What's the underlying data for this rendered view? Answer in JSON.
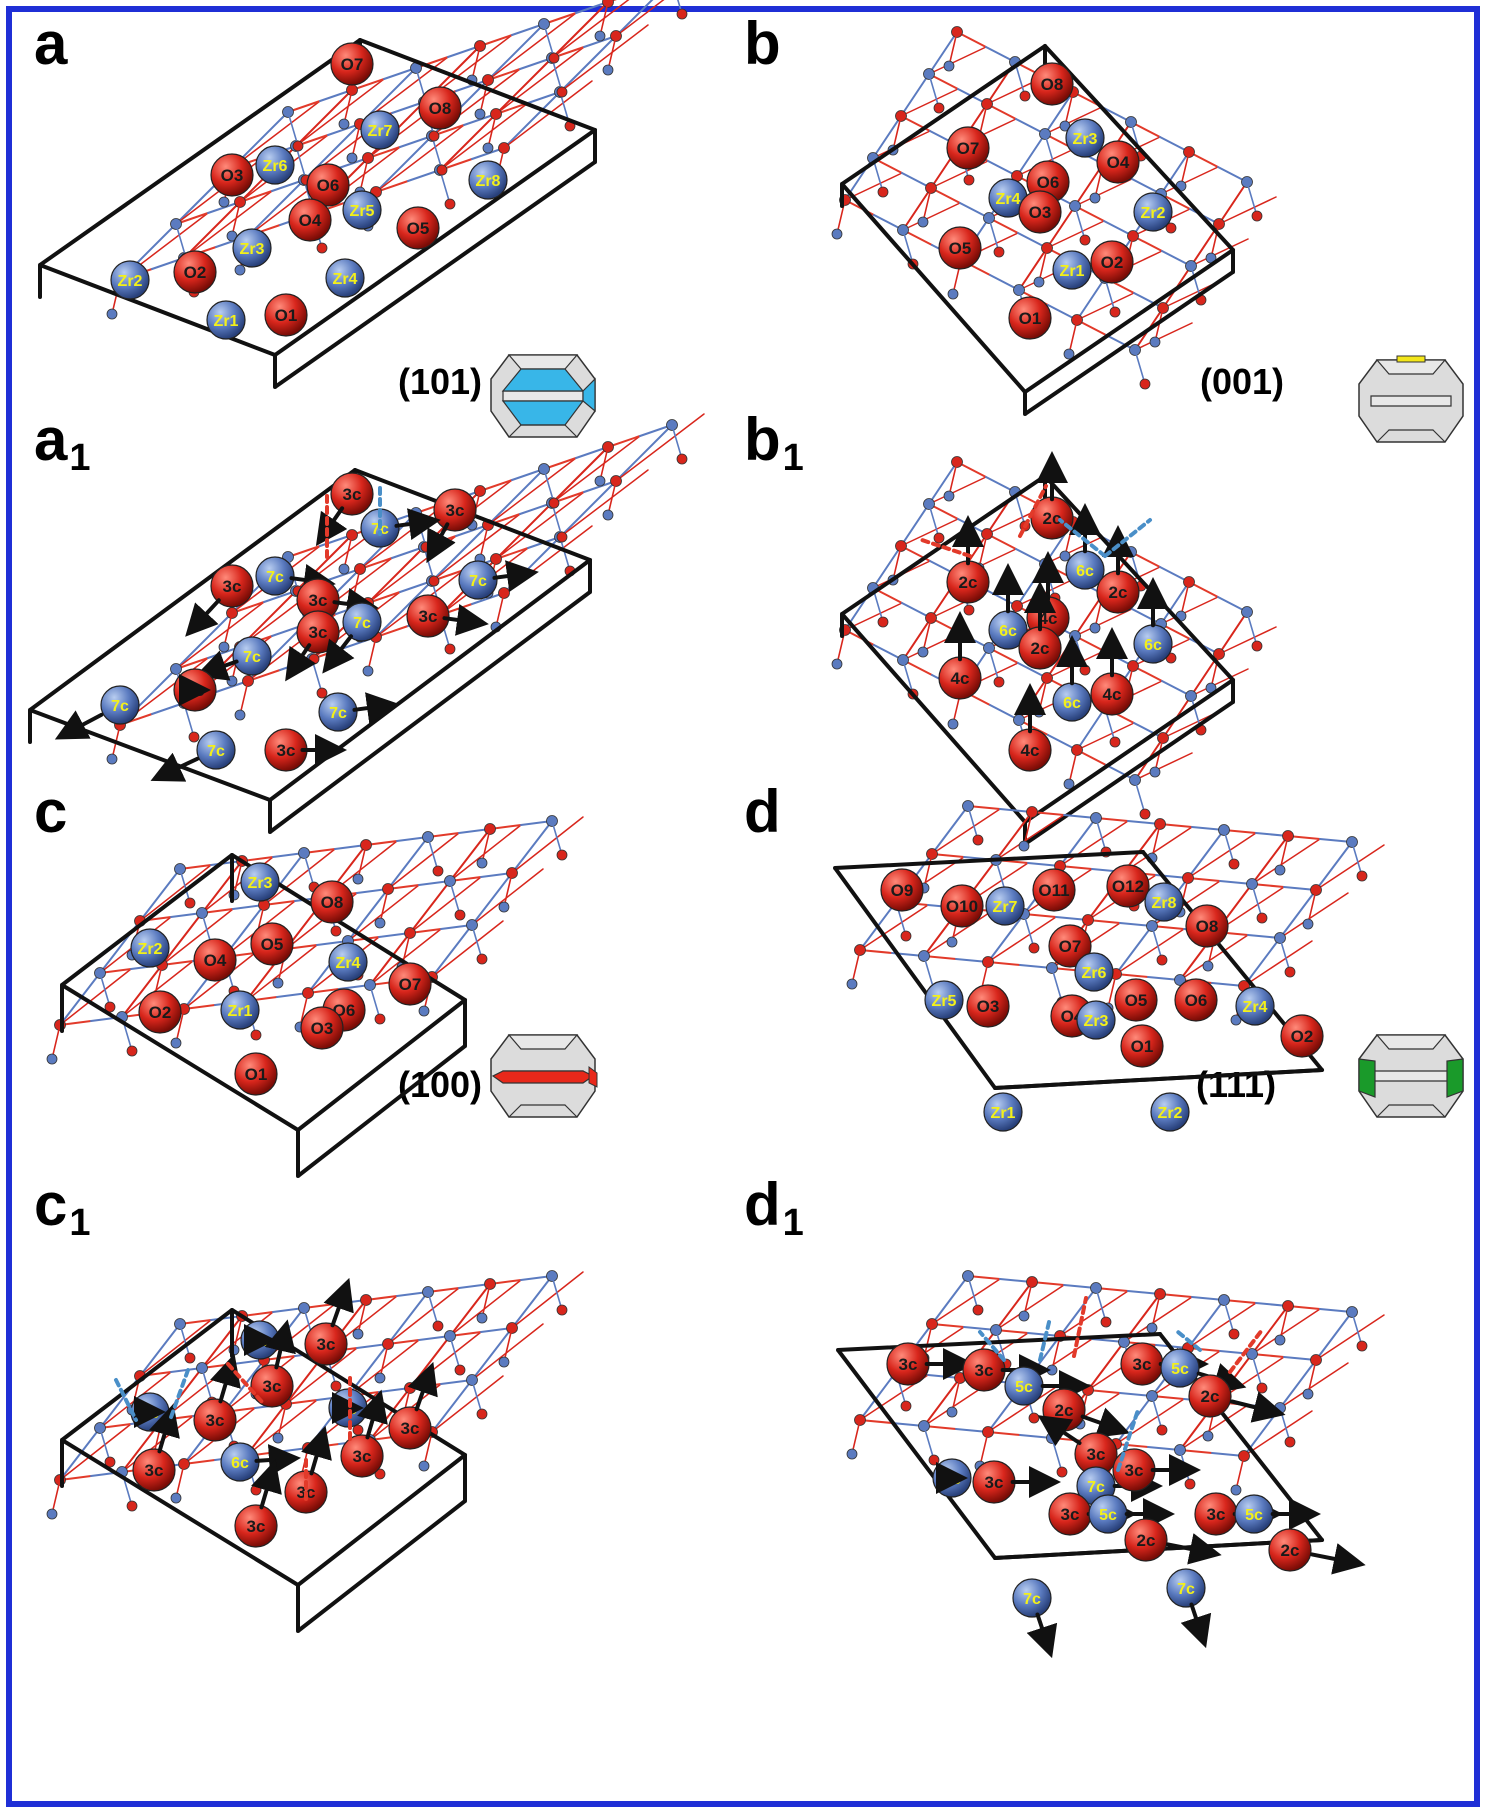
{
  "colors": {
    "frame": "#1f2fd6",
    "oxygen": "#d8261c",
    "zirconium": "#5b7bc0",
    "zr_label": "#f3f01a",
    "o_label": "#1a1a1a",
    "facet_101": "#38b6e8",
    "facet_001": "#f3e61a",
    "facet_100": "#e8281a",
    "facet_111": "#1a9a2a",
    "arrow": "#111111",
    "dotted_red": "#e23a2a",
    "dotted_blue": "#4a8fc8"
  },
  "panels": [
    {
      "label": "a",
      "sub": "",
      "miller": "(101)",
      "facet_color": "facet_101",
      "atoms": [
        {
          "t": "O",
          "l": "O7"
        },
        {
          "t": "O",
          "l": "O8"
        },
        {
          "t": "Zr",
          "l": "Zr7"
        },
        {
          "t": "O",
          "l": "O3"
        },
        {
          "t": "Zr",
          "l": "Zr6"
        },
        {
          "t": "O",
          "l": "O6"
        },
        {
          "t": "Zr",
          "l": "Zr8"
        },
        {
          "t": "O",
          "l": "O4"
        },
        {
          "t": "Zr",
          "l": "Zr5"
        },
        {
          "t": "O",
          "l": "O5"
        },
        {
          "t": "Zr",
          "l": "Zr3"
        },
        {
          "t": "Zr",
          "l": "Zr2"
        },
        {
          "t": "O",
          "l": "O2"
        },
        {
          "t": "Zr",
          "l": "Zr4"
        },
        {
          "t": "Zr",
          "l": "Zr1"
        },
        {
          "t": "O",
          "l": "O1"
        }
      ]
    },
    {
      "label": "b",
      "sub": "",
      "miller": "(001)",
      "facet_color": "facet_001",
      "atoms": [
        {
          "t": "O",
          "l": "O8"
        },
        {
          "t": "O",
          "l": "O7"
        },
        {
          "t": "Zr",
          "l": "Zr3"
        },
        {
          "t": "O",
          "l": "O4"
        },
        {
          "t": "Zr",
          "l": "Zr4"
        },
        {
          "t": "O",
          "l": "O6"
        },
        {
          "t": "O",
          "l": "O3"
        },
        {
          "t": "Zr",
          "l": "Zr2"
        },
        {
          "t": "O",
          "l": "O5"
        },
        {
          "t": "Zr",
          "l": "Zr1"
        },
        {
          "t": "O",
          "l": "O2"
        },
        {
          "t": "O",
          "l": "O1"
        }
      ]
    },
    {
      "label": "a",
      "sub": "1",
      "atoms": [
        {
          "t": "O",
          "l": "3c"
        },
        {
          "t": "O",
          "l": "3c"
        },
        {
          "t": "Zr",
          "l": "7c"
        },
        {
          "t": "O",
          "l": "3c"
        },
        {
          "t": "Zr",
          "l": "7c"
        },
        {
          "t": "O",
          "l": "3c"
        },
        {
          "t": "Zr",
          "l": "7c"
        },
        {
          "t": "O",
          "l": "3c"
        },
        {
          "t": "Zr",
          "l": "7c"
        },
        {
          "t": "O",
          "l": "3c"
        },
        {
          "t": "Zr",
          "l": "7c"
        },
        {
          "t": "Zr",
          "l": "7c"
        },
        {
          "t": "O",
          "l": "3c"
        },
        {
          "t": "Zr",
          "l": "7c"
        },
        {
          "t": "Zr",
          "l": "7c"
        },
        {
          "t": "O",
          "l": "3c"
        }
      ]
    },
    {
      "label": "b",
      "sub": "1",
      "atoms": [
        {
          "t": "O",
          "l": "2c"
        },
        {
          "t": "O",
          "l": "2c"
        },
        {
          "t": "Zr",
          "l": "6c"
        },
        {
          "t": "O",
          "l": "2c"
        },
        {
          "t": "Zr",
          "l": "6c"
        },
        {
          "t": "O",
          "l": "4c"
        },
        {
          "t": "O",
          "l": "2c"
        },
        {
          "t": "Zr",
          "l": "6c"
        },
        {
          "t": "O",
          "l": "4c"
        },
        {
          "t": "Zr",
          "l": "6c"
        },
        {
          "t": "O",
          "l": "4c"
        },
        {
          "t": "O",
          "l": "4c"
        }
      ]
    },
    {
      "label": "c",
      "sub": "",
      "miller": "(100)",
      "facet_color": "facet_100",
      "atoms": [
        {
          "t": "Zr",
          "l": "Zr3"
        },
        {
          "t": "O",
          "l": "O8"
        },
        {
          "t": "O",
          "l": "O5"
        },
        {
          "t": "Zr",
          "l": "Zr4"
        },
        {
          "t": "O",
          "l": "O7"
        },
        {
          "t": "Zr",
          "l": "Zr2"
        },
        {
          "t": "O",
          "l": "O4"
        },
        {
          "t": "O",
          "l": "O6"
        },
        {
          "t": "O",
          "l": "O2"
        },
        {
          "t": "Zr",
          "l": "Zr1"
        },
        {
          "t": "O",
          "l": "O3"
        },
        {
          "t": "O",
          "l": "O1"
        }
      ]
    },
    {
      "label": "d",
      "sub": "",
      "miller": "(111)",
      "facet_color": "facet_111",
      "atoms": [
        {
          "t": "O",
          "l": "O9"
        },
        {
          "t": "O",
          "l": "O10"
        },
        {
          "t": "Zr",
          "l": "Zr7"
        },
        {
          "t": "O",
          "l": "O11"
        },
        {
          "t": "O",
          "l": "O12"
        },
        {
          "t": "Zr",
          "l": "Zr8"
        },
        {
          "t": "O",
          "l": "O8"
        },
        {
          "t": "O",
          "l": "O7"
        },
        {
          "t": "Zr",
          "l": "Zr5"
        },
        {
          "t": "O",
          "l": "O3"
        },
        {
          "t": "Zr",
          "l": "Zr6"
        },
        {
          "t": "O",
          "l": "O5"
        },
        {
          "t": "O",
          "l": "O4"
        },
        {
          "t": "Zr",
          "l": "Zr3"
        },
        {
          "t": "O",
          "l": "O6"
        },
        {
          "t": "Zr",
          "l": "Zr4"
        },
        {
          "t": "O",
          "l": "O2"
        },
        {
          "t": "O",
          "l": "O1"
        },
        {
          "t": "Zr",
          "l": "Zr1"
        },
        {
          "t": "Zr",
          "l": "Zr2"
        }
      ]
    },
    {
      "label": "c",
      "sub": "1",
      "atoms": [
        {
          "t": "Zr",
          "l": "6c"
        },
        {
          "t": "O",
          "l": "3c"
        },
        {
          "t": "O",
          "l": "3c"
        },
        {
          "t": "Zr",
          "l": "6c"
        },
        {
          "t": "O",
          "l": "3c"
        },
        {
          "t": "Zr",
          "l": "6c"
        },
        {
          "t": "O",
          "l": "3c"
        },
        {
          "t": "O",
          "l": "3c"
        },
        {
          "t": "O",
          "l": "3c"
        },
        {
          "t": "Zr",
          "l": "6c"
        },
        {
          "t": "O",
          "l": "3c"
        },
        {
          "t": "O",
          "l": "3c"
        }
      ]
    },
    {
      "label": "d",
      "sub": "1",
      "atoms": [
        {
          "t": "O",
          "l": "3c"
        },
        {
          "t": "O",
          "l": "3c"
        },
        {
          "t": "Zr",
          "l": "5c"
        },
        {
          "t": "O",
          "l": "2c"
        },
        {
          "t": "O",
          "l": "3c"
        },
        {
          "t": "Zr",
          "l": "5c"
        },
        {
          "t": "O",
          "l": "2c"
        },
        {
          "t": "O",
          "l": "3c"
        },
        {
          "t": "Zr",
          "l": "7c"
        },
        {
          "t": "O",
          "l": "3c"
        },
        {
          "t": "Zr",
          "l": "7c"
        },
        {
          "t": "O",
          "l": "3c"
        },
        {
          "t": "O",
          "l": "3c"
        },
        {
          "t": "Zr",
          "l": "5c"
        },
        {
          "t": "O",
          "l": "2c"
        },
        {
          "t": "O",
          "l": "3c"
        },
        {
          "t": "Zr",
          "l": "5c"
        },
        {
          "t": "O",
          "l": "2c"
        },
        {
          "t": "Zr",
          "l": "7c"
        },
        {
          "t": "Zr",
          "l": "7c"
        }
      ]
    }
  ]
}
